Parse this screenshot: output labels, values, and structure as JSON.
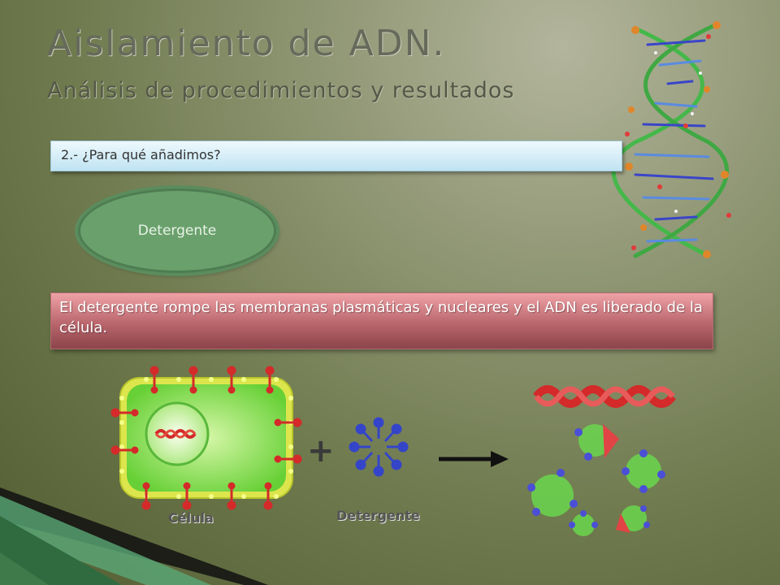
{
  "slide": {
    "title": "Aislamiento de ADN.",
    "subtitle": "Análisis de procedimientos y resultados"
  },
  "question": {
    "text": "2.- ¿Para qué añadimos?"
  },
  "oval": {
    "label": "Detergente"
  },
  "answer": {
    "text": "El detergente rompe las membranas plasmáticas y nucleares y el ADN es liberado de la célula."
  },
  "diagram": {
    "cell_label": "Célula",
    "detergent_label": "Detergente",
    "plus_sign": "+"
  },
  "colors": {
    "question_box": "#cbe9f5",
    "oval_fill": "#6aa06c",
    "answer_box": "#b9666c",
    "cell_membrane": "#d8e646",
    "protein_red": "#d42a2a",
    "micelle_blue": "#3445c9"
  }
}
